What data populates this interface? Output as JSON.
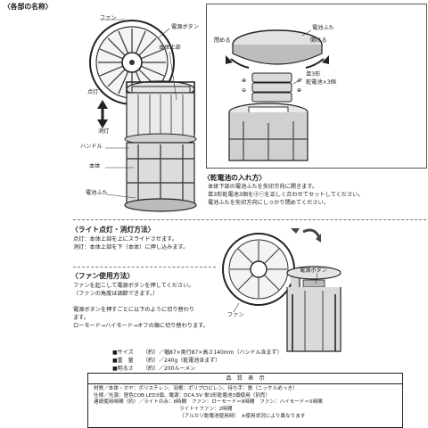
{
  "sections": {
    "parts": {
      "title": "〈各部の名称〉",
      "labels": {
        "fan": "ファン",
        "power_button": "電源ボタン",
        "body_top": "本体上部",
        "light_on": "点灯",
        "light_off": "消灯",
        "handle": "ハンドル",
        "body": "本体",
        "battery_cover": "電池ふた"
      }
    },
    "battery_diagram": {
      "close": "閉める",
      "open": "開ける",
      "battery_cover": "電池ふた",
      "battery_type_line1": "単3形",
      "battery_type_line2": "乾電池×3個"
    },
    "battery": {
      "title": "〈乾電池の入れ方〉",
      "lines": [
        "本体下部の電池ふたを矢印方向に開きます。",
        "単3形乾電池3個を㊉㊀を正しく合わせてセットしてください。",
        "電池ふたを矢印方向にしっかり閉めてください。"
      ]
    },
    "light": {
      "title": "〈ライト点灯・消灯方法〉",
      "lines": [
        "点灯：本体上部を上にスライドさせます。",
        "消灯：本体上部を下（本体）に押し込みます。"
      ]
    },
    "fan_diagram": {
      "power_button": "電源ボタン",
      "fan": "ファン"
    },
    "fan": {
      "title": "〈ファン使用方法〉",
      "lines": [
        "ファンを起こして電源ボタンを押してください。",
        "（ファンの角度は調節できます。）",
        "",
        "電源ボタンを押すごとに以下のように切り替わり",
        "ます。",
        "ローモード→ハイモード→オフの順に切り替わります。"
      ]
    }
  },
  "specs": [
    {
      "key": "■サイズ",
      "value": "（約）／幅87×奥行87×高さ140mm（ハンドル含まず）"
    },
    {
      "key": "■重　量",
      "value": "（約）／240g（乾電池含まず）"
    },
    {
      "key": "■明るさ",
      "value": "（約）／200ルーメン"
    }
  ],
  "quality": {
    "title": "品　質　表　示",
    "lines": [
      "材質／本体・ホヤ：ポリスチレン、羽根：ポリプロピレン、持ち手：鉄（ニッケルめっき）",
      "仕様／光源：昼色COB LED3個、電源：DC4.5V 単3形乾電池3個使用（別売）",
      "連続使用時間（約）／ライトのみ：8時間　ファン：ローモード＝8時間　ファン：ハイモード＝5時間",
      "ライト＋ファン：2時間",
      "（アルカリ乾電池使用時）　※使用状況により異なります"
    ]
  }
}
